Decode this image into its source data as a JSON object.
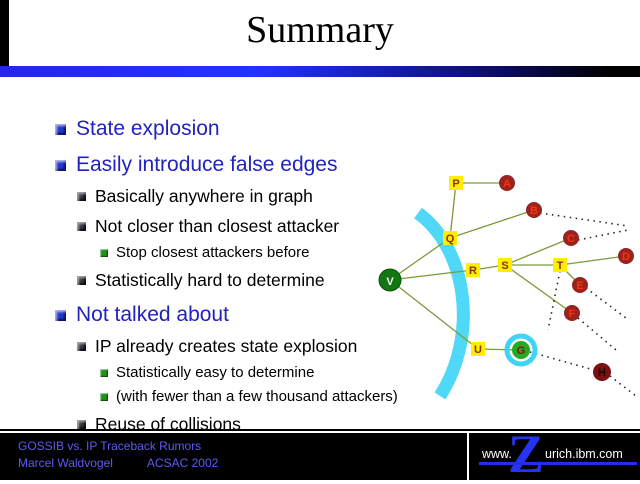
{
  "slide": {
    "title": "Summary",
    "bullets": [
      {
        "level": 1,
        "text": "State explosion"
      },
      {
        "level": 1,
        "text": "Easily introduce false edges"
      },
      {
        "level": 2,
        "text": "Basically anywhere in graph"
      },
      {
        "level": 2,
        "text": "Not closer than closest attacker"
      },
      {
        "level": 3,
        "text": "Stop closest attackers before"
      },
      {
        "level": 2,
        "text": "Statistically hard to determine"
      },
      {
        "level": 1,
        "text": "Not talked about"
      },
      {
        "level": 2,
        "text": "IP already creates state explosion"
      },
      {
        "level": 3,
        "text": "Statistically easy to determine"
      },
      {
        "level": 3,
        "text": "(with fewer than a few thousand attackers)"
      },
      {
        "level": 2,
        "text": "Reuse of collisions"
      }
    ]
  },
  "graph": {
    "nodes": [
      {
        "id": "V",
        "label": "V",
        "type": "victim-green-circle"
      },
      {
        "id": "P",
        "label": "P",
        "type": "router-yellow-square"
      },
      {
        "id": "Q",
        "label": "Q",
        "type": "router-yellow-square"
      },
      {
        "id": "R",
        "label": "R",
        "type": "router-yellow-square"
      },
      {
        "id": "S",
        "label": "S",
        "type": "router-yellow-square"
      },
      {
        "id": "T",
        "label": "T",
        "type": "router-yellow-square"
      },
      {
        "id": "U",
        "label": "U",
        "type": "router-yellow-square"
      },
      {
        "id": "A",
        "label": "A",
        "type": "attacker-red-circle"
      },
      {
        "id": "B",
        "label": "B",
        "type": "attacker-red-circle"
      },
      {
        "id": "C",
        "label": "C",
        "type": "attacker-red-circle"
      },
      {
        "id": "D",
        "label": "D",
        "type": "attacker-red-circle"
      },
      {
        "id": "E",
        "label": "E",
        "type": "attacker-red-circle"
      },
      {
        "id": "F",
        "label": "F",
        "type": "attacker-red-circle"
      },
      {
        "id": "G",
        "label": "G",
        "type": "green-circle-cyan-highlight"
      },
      {
        "id": "H",
        "label": "H",
        "type": "attacker-dark-circle"
      }
    ],
    "edges_solid": [
      [
        "V",
        "Q"
      ],
      [
        "V",
        "R"
      ],
      [
        "V",
        "U"
      ],
      [
        "Q",
        "P"
      ],
      [
        "Q",
        "B"
      ],
      [
        "P",
        "A"
      ],
      [
        "R",
        "S"
      ],
      [
        "S",
        "T"
      ],
      [
        "S",
        "C"
      ],
      [
        "S",
        "F"
      ],
      [
        "T",
        "D"
      ],
      [
        "T",
        "E"
      ],
      [
        "U",
        "G"
      ]
    ],
    "edges_dotted": [
      [
        "B",
        "offscreen-right"
      ],
      [
        "C",
        "offscreen-right"
      ],
      [
        "E",
        "offscreen-right"
      ],
      [
        "F",
        "offscreen-right"
      ],
      [
        "T",
        "offscreen-down"
      ],
      [
        "G",
        "H"
      ],
      [
        "H",
        "offscreen-right"
      ]
    ],
    "highlight": "cyan arc sweeping right of V"
  },
  "footer": {
    "line1": "GOSSIB vs. IP Traceback Rumors",
    "author": "Marcel Waldvogel",
    "conference": "ACSAC 2002",
    "logo_letter": "Z",
    "url_prefix": "www.",
    "url_rest": "urich.ibm.com"
  },
  "colors": {
    "accent_blue": "#2222bf",
    "divider_blue": "#2133ff",
    "arc_cyan": "#4fd8f8",
    "router_yellow": "#ffee00",
    "attacker_red": "#992222",
    "victim_green": "#117711",
    "edge_green": "#7c9a3c",
    "footer_text_blue": "#5c5cf0",
    "logo_blue": "#2633f0"
  }
}
